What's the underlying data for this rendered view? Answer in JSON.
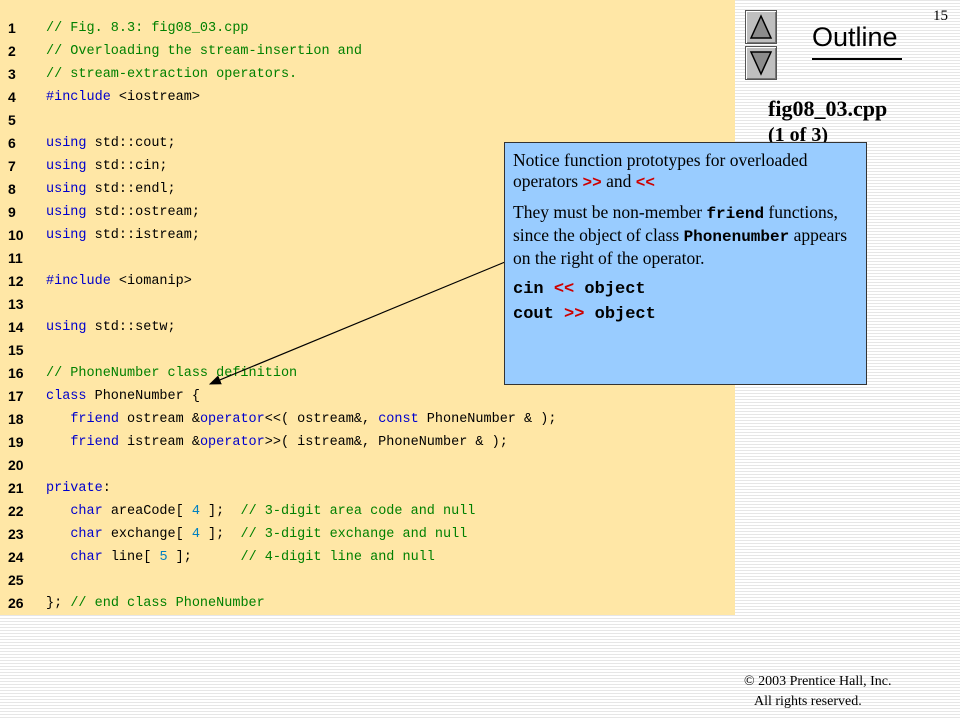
{
  "slide_number": "15",
  "outline_title": "Outline",
  "nav": {
    "up_icon": "triangle-up",
    "down_icon": "triangle-down"
  },
  "file_title": "fig08_03.cpp",
  "file_part": "(1 of 3)",
  "code_lines": [
    {
      "num": "1",
      "parts": [
        {
          "t": "// Fig. 8.3: fig08_03.cpp",
          "c": "c"
        }
      ]
    },
    {
      "num": "2",
      "parts": [
        {
          "t": "// Overloading the stream-insertion and",
          "c": "c"
        }
      ]
    },
    {
      "num": "3",
      "parts": [
        {
          "t": "// stream-extraction operators.",
          "c": "c"
        }
      ]
    },
    {
      "num": "4",
      "parts": [
        {
          "t": "#include ",
          "c": "k"
        },
        {
          "t": "<iostream>",
          "c": ""
        }
      ]
    },
    {
      "num": "5",
      "parts": []
    },
    {
      "num": "6",
      "parts": [
        {
          "t": "using ",
          "c": "k"
        },
        {
          "t": "std::cout;",
          "c": ""
        }
      ]
    },
    {
      "num": "7",
      "parts": [
        {
          "t": "using ",
          "c": "k"
        },
        {
          "t": "std::cin;",
          "c": ""
        }
      ]
    },
    {
      "num": "8",
      "parts": [
        {
          "t": "using ",
          "c": "k"
        },
        {
          "t": "std::endl;",
          "c": ""
        }
      ]
    },
    {
      "num": "9",
      "parts": [
        {
          "t": "using ",
          "c": "k"
        },
        {
          "t": "std::ostream;",
          "c": ""
        }
      ]
    },
    {
      "num": "10",
      "parts": [
        {
          "t": "using ",
          "c": "k"
        },
        {
          "t": "std::istream;",
          "c": ""
        }
      ]
    },
    {
      "num": "11",
      "parts": []
    },
    {
      "num": "12",
      "parts": [
        {
          "t": "#include ",
          "c": "k"
        },
        {
          "t": "<iomanip>",
          "c": ""
        }
      ]
    },
    {
      "num": "13",
      "parts": []
    },
    {
      "num": "14",
      "parts": [
        {
          "t": "using ",
          "c": "k"
        },
        {
          "t": "std::setw;",
          "c": ""
        }
      ]
    },
    {
      "num": "15",
      "parts": []
    },
    {
      "num": "16",
      "parts": [
        {
          "t": "// PhoneNumber class definition",
          "c": "c"
        }
      ]
    },
    {
      "num": "17",
      "parts": [
        {
          "t": "class ",
          "c": "k"
        },
        {
          "t": "PhoneNumber {",
          "c": ""
        }
      ]
    },
    {
      "num": "18",
      "parts": [
        {
          "t": "   ",
          "c": ""
        },
        {
          "t": "friend ",
          "c": "k"
        },
        {
          "t": "ostream &",
          "c": ""
        },
        {
          "t": "operator",
          "c": "k"
        },
        {
          "t": "<<( ostream&, ",
          "c": ""
        },
        {
          "t": "const ",
          "c": "k"
        },
        {
          "t": "PhoneNumber & );",
          "c": ""
        }
      ]
    },
    {
      "num": "19",
      "parts": [
        {
          "t": "   ",
          "c": ""
        },
        {
          "t": "friend ",
          "c": "k"
        },
        {
          "t": "istream &",
          "c": ""
        },
        {
          "t": "operator",
          "c": "k"
        },
        {
          "t": ">>( istream&, PhoneNumber & );",
          "c": ""
        }
      ]
    },
    {
      "num": "20",
      "parts": []
    },
    {
      "num": "21",
      "parts": [
        {
          "t": "private",
          "c": "k"
        },
        {
          "t": ":",
          "c": ""
        }
      ]
    },
    {
      "num": "22",
      "parts": [
        {
          "t": "   ",
          "c": ""
        },
        {
          "t": "char ",
          "c": "k"
        },
        {
          "t": "areaCode[ ",
          "c": ""
        },
        {
          "t": "4",
          "c": "n"
        },
        {
          "t": " ];  ",
          "c": ""
        },
        {
          "t": "// 3-digit area code and null",
          "c": "c"
        }
      ]
    },
    {
      "num": "23",
      "parts": [
        {
          "t": "   ",
          "c": ""
        },
        {
          "t": "char ",
          "c": "k"
        },
        {
          "t": "exchange[ ",
          "c": ""
        },
        {
          "t": "4",
          "c": "n"
        },
        {
          "t": " ];  ",
          "c": ""
        },
        {
          "t": "// 3-digit exchange and null",
          "c": "c"
        }
      ]
    },
    {
      "num": "24",
      "parts": [
        {
          "t": "   ",
          "c": ""
        },
        {
          "t": "char ",
          "c": "k"
        },
        {
          "t": "line[ ",
          "c": ""
        },
        {
          "t": "5",
          "c": "n"
        },
        {
          "t": " ];      ",
          "c": ""
        },
        {
          "t": "// 4-digit line and null",
          "c": "c"
        }
      ]
    },
    {
      "num": "25",
      "parts": []
    },
    {
      "num": "26",
      "parts": [
        {
          "t": "}; ",
          "c": ""
        },
        {
          "t": "// end class PhoneNumber",
          "c": "c"
        }
      ]
    }
  ],
  "callout": {
    "l1_text": "Notice function prototypes for overloaded operators ",
    "l1_op1": ">>",
    "l1_and": " and ",
    "l1_op2": "<<",
    "l2_a": "They must be non-member ",
    "l2_friend": "friend",
    "l2_b": " functions, since the object of class ",
    "l2_class": "Phonenumber",
    "l2_c": " appears on the right of the operator.",
    "ex1_a": "cin ",
    "ex1_op": "<<",
    "ex1_b": " object",
    "ex2_a": "cout ",
    "ex2_op": ">>",
    "ex2_b": " object"
  },
  "copyright": "© 2003 Prentice Hall, Inc.",
  "rights": "All rights reserved.",
  "colors": {
    "code_bg": "#ffe7a6",
    "comment": "#008000",
    "keyword": "#0000cc",
    "number": "#0080c0",
    "callout_bg": "#99ccff",
    "operator": "#cc0000"
  }
}
